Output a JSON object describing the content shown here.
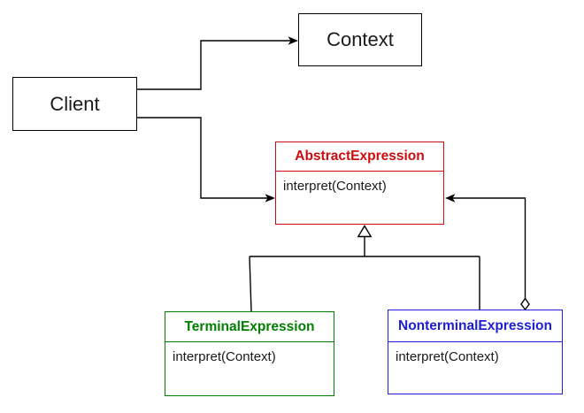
{
  "diagram": {
    "background": "#ffffff",
    "line_color": "#000000",
    "nodes": {
      "client": {
        "label": "Client",
        "border_color": "#000000"
      },
      "context": {
        "label": "Context",
        "border_color": "#000000"
      },
      "abstract_expression": {
        "title": "AbstractExpression",
        "method": "interpret(Context)",
        "accent_color": "#cc0c0c"
      },
      "terminal_expression": {
        "title": "TerminalExpression",
        "method": "interpret(Context)",
        "accent_color": "#007f00"
      },
      "nonterminal_expression": {
        "title": "NonterminalExpression",
        "method": "interpret(Context)",
        "accent_color": "#1e1ed2"
      }
    },
    "relations": [
      {
        "from": "Client",
        "to": "Context",
        "type": "directed association",
        "end_marker": "filled arrow"
      },
      {
        "from": "Client",
        "to": "AbstractExpression",
        "type": "directed association",
        "end_marker": "filled arrow"
      },
      {
        "from": "TerminalExpression",
        "to": "AbstractExpression",
        "type": "generalization",
        "end_marker": "hollow triangle"
      },
      {
        "from": "NonterminalExpression",
        "to": "AbstractExpression",
        "type": "generalization",
        "end_marker": "hollow triangle"
      },
      {
        "from": "NonterminalExpression",
        "to": "AbstractExpression",
        "type": "aggregation",
        "start_marker": "hollow diamond",
        "end_marker": "filled arrow"
      }
    ]
  }
}
